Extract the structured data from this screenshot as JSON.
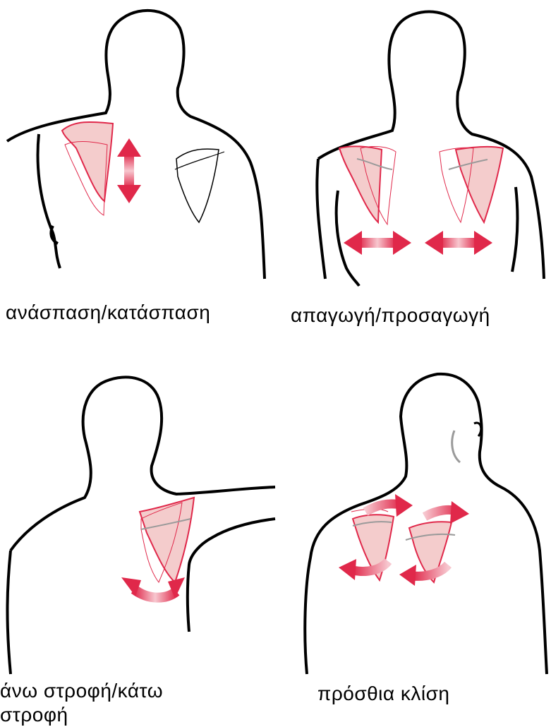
{
  "panels": [
    {
      "caption": "ανάσπαση/κατάσπαση"
    },
    {
      "caption": "απαγωγή/προσαγωγή"
    },
    {
      "caption": "άνω στροφή/κάτω στροφή"
    },
    {
      "caption": "πρόσθια κλίση"
    }
  ],
  "colors": {
    "outline": "#000000",
    "scapula_fill": "#f4cccc",
    "scapula_stroke": "#e0284a",
    "arrow": "#e0284a",
    "bone_line": "#9a9a9a"
  },
  "icons": [
    "body-outline",
    "scapula-shape",
    "double-arrow"
  ]
}
